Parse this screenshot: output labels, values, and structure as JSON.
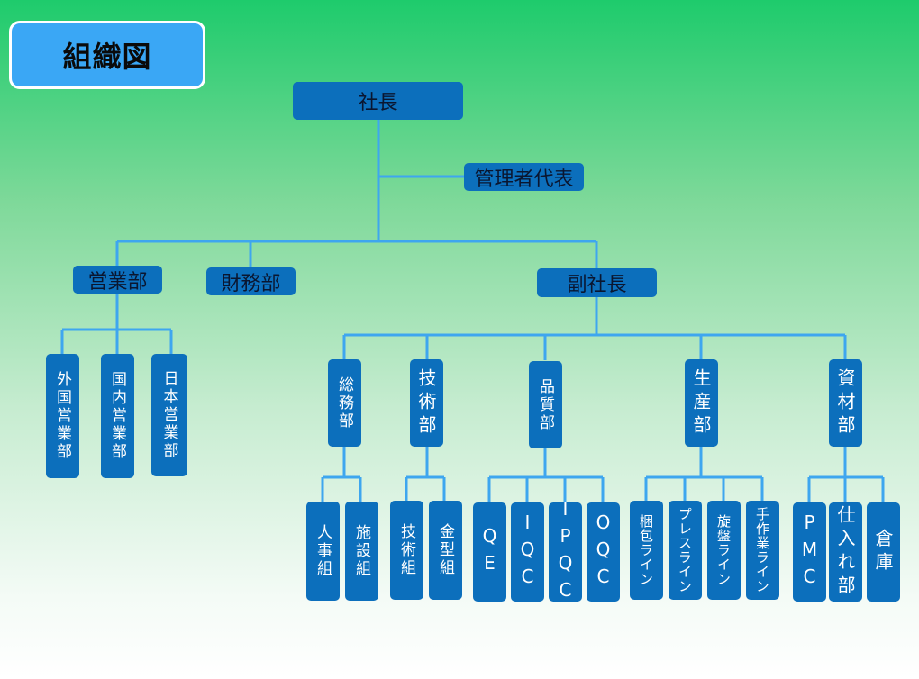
{
  "title": "組織図",
  "nodes": {
    "president": "社長",
    "mgmt_rep": "管理者代表",
    "sales": "営業部",
    "finance": "財務部",
    "vice_president": "副社長",
    "overseas_sales": "外国営業部",
    "domestic_sales": "国内営業部",
    "japan_sales": "日本営業部",
    "general_affairs": "総務部",
    "technology": "技術部",
    "quality": "品質部",
    "production": "生産部",
    "materials": "資材部",
    "hr_group": "人事組",
    "facility_group": "施設組",
    "tech_group": "技術組",
    "mold_group": "金型組",
    "qe": "QE",
    "iqc": "IQC",
    "ipqc": "IPQC",
    "oqc": "OQC",
    "packing_line": "梱包ライン",
    "press_line": "プレスライン",
    "lathe_line": "旋盤ライン",
    "manual_line": "手作業ライン",
    "pmc": "PMC",
    "purchasing": "仕入れ部",
    "warehouse": "倉庫"
  }
}
